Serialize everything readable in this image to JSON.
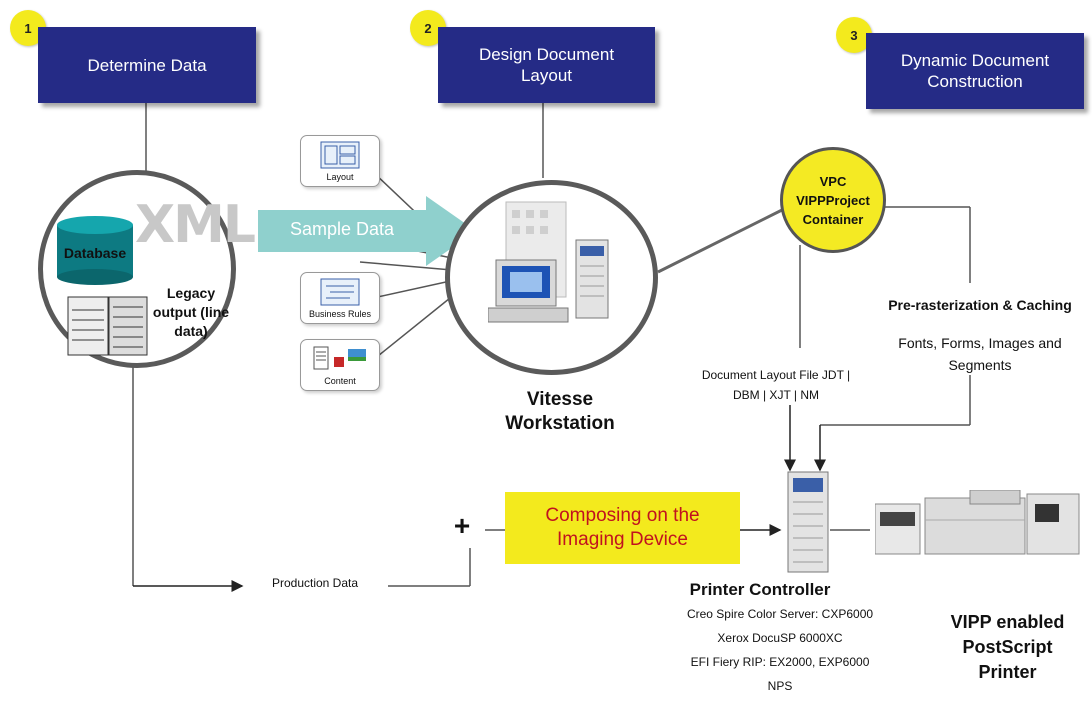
{
  "steps": [
    {
      "num": "1",
      "title": "Determine Data"
    },
    {
      "num": "2",
      "title": "Design Document Layout"
    },
    {
      "num": "3",
      "title": "Dynamic Document Construction"
    }
  ],
  "data_circle": {
    "xml": "XML",
    "database": "Database",
    "legacy": "Legacy output (line data)"
  },
  "arrow_label": "Sample Data",
  "cards": {
    "layout": "Layout",
    "business_rules": "Business Rules",
    "content": "Content"
  },
  "workstation_label": "Vitesse Workstation",
  "vpc": {
    "title": "VPC",
    "line2": "VIPPProject",
    "line3": "Container"
  },
  "prerast": {
    "title": "Pre-rasterization & Caching",
    "body": "Fonts, Forms, Images and Segments"
  },
  "layout_file": "Document Layout File JDT | DBM | XJT | NM",
  "production_data": "Production Data",
  "plus": "+",
  "composing": "Composing on the Imaging Device",
  "controller": {
    "title": "Printer Controller",
    "items": [
      "Creo Spire Color Server: CXP6000",
      "Xerox DocuSP 6000XC",
      "EFI Fiery RIP: EX2000, EXP6000",
      "NPS"
    ]
  },
  "printer_label": "VIPP enabled PostScript Printer",
  "colors": {
    "step_box": "#252b86",
    "step_num": "#f3ea1d",
    "arrow": "#8fd0cd",
    "composing_bg": "#f3ea1d",
    "composing_text": "#c1121f"
  }
}
